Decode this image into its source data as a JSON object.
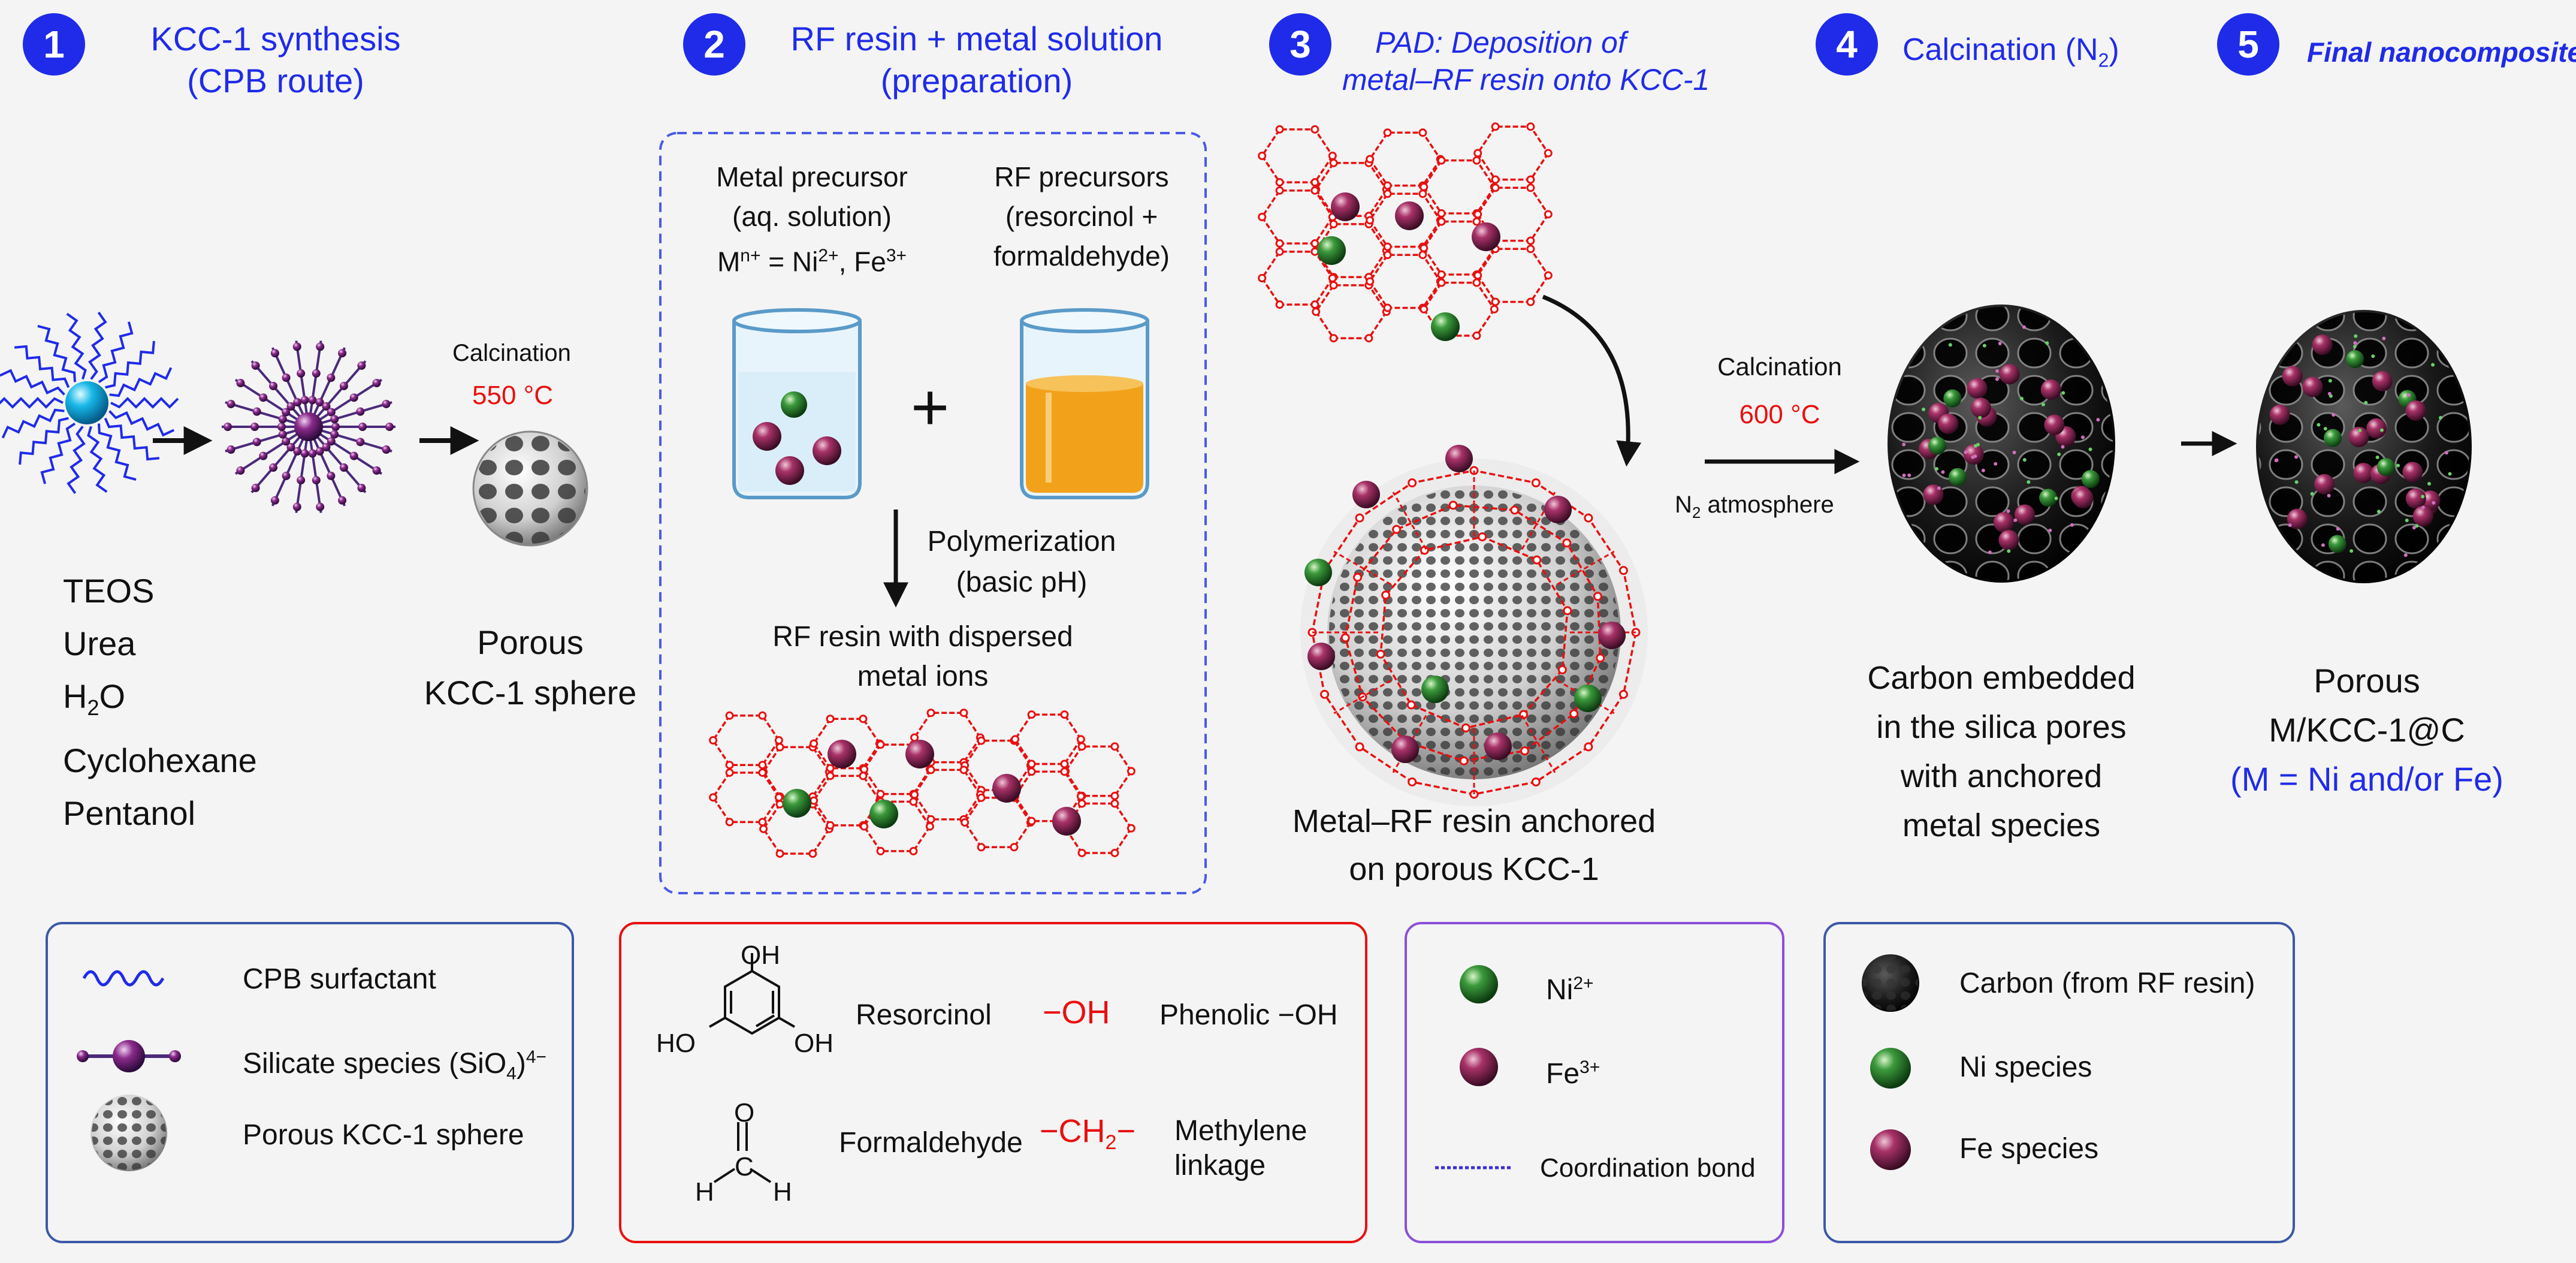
{
  "steps": [
    {
      "num": "1",
      "title_l1": "KCC-1 synthesis",
      "title_l2": "(CPB route)"
    },
    {
      "num": "2",
      "title_l1": "RF resin + metal solution",
      "title_l2": "(preparation)"
    },
    {
      "num": "3",
      "title_l1": "PAD: Deposition of",
      "title_l2": "metal–RF resin onto KCC-1"
    },
    {
      "num": "4",
      "title_l1": "Calcination (N",
      "title_sub": "2",
      "title_end": ")"
    },
    {
      "num": "5",
      "title_l1": "Final nanocomposite"
    }
  ],
  "step1": {
    "calcination": "Calcination",
    "temp": "550 °C",
    "reagents": [
      "TEOS",
      "Urea",
      "H",
      "O",
      "Cyclohexane",
      "Pentanol"
    ],
    "h2o_sub": "2",
    "product_l1": "Porous",
    "product_l2": "KCC-1 sphere"
  },
  "step2": {
    "metal_l1": "Metal precursor",
    "metal_l2": "(aq. solution)",
    "metal_l3_a": "M",
    "metal_l3_sup": "n+",
    "metal_l3_b": " = Ni",
    "metal_l3_sup2": "2+",
    "metal_l3_c": ", Fe",
    "metal_l3_sup3": "3+",
    "rf_l1": "RF precursors",
    "rf_l2": "(resorcinol +",
    "rf_l3": "formaldehyde)",
    "plus": "+",
    "poly_l1": "Polymerization",
    "poly_l2": "(basic pH)",
    "resin_l1": "RF resin with dispersed",
    "resin_l2": "metal ions"
  },
  "step3": {
    "label_l1": "Metal–RF resin anchored",
    "label_l2": "on porous KCC-1"
  },
  "step4": {
    "calcination": "Calcination",
    "temp": "600 °C",
    "atm_a": "N",
    "atm_sub": "2",
    "atm_b": " atmosphere",
    "label": [
      "Carbon embedded",
      "in the silica pores",
      "with anchored",
      "metal species"
    ]
  },
  "step5": {
    "label_l1": "Porous",
    "label_l2": "M/KCC-1@C",
    "label_l3": "(M = Ni and/or Fe)"
  },
  "legend1": {
    "cpb": "CPB surfactant",
    "silicate_a": "Silicate species (SiO",
    "silicate_sub": "4",
    "silicate_b": ")",
    "silicate_sup": "4−",
    "kcc": "Porous KCC-1 sphere"
  },
  "legend2": {
    "oh_top": "OH",
    "ho_left": "HO",
    "oh_right": "OH",
    "resorcinol": "Resorcinol",
    "oh_sym": "−OH",
    "phenolic": "Phenolic −OH",
    "o_top": "O",
    "h_left": "H",
    "c_mid": "C",
    "h_right": "H",
    "formaldehyde": "Formaldehyde",
    "ch2_a": "−CH",
    "ch2_sub": "2",
    "ch2_b": "−",
    "methylene_l1": "Methylene",
    "methylene_l2": "linkage"
  },
  "legend3": {
    "ni_a": "Ni",
    "ni_sup": "2+",
    "fe_a": "Fe",
    "fe_sup": "3+",
    "coord": "Coordination bond"
  },
  "legend4": {
    "carbon": "Carbon (from RF resin)",
    "ni": "Ni species",
    "fe": "Fe species"
  },
  "colors": {
    "accent_blue": "#1f2be8",
    "red": "#e81010",
    "ni_green": "#2e8b2e",
    "fe_purple": "#6a1f4a",
    "legend_purple": "#8a4fd8"
  }
}
